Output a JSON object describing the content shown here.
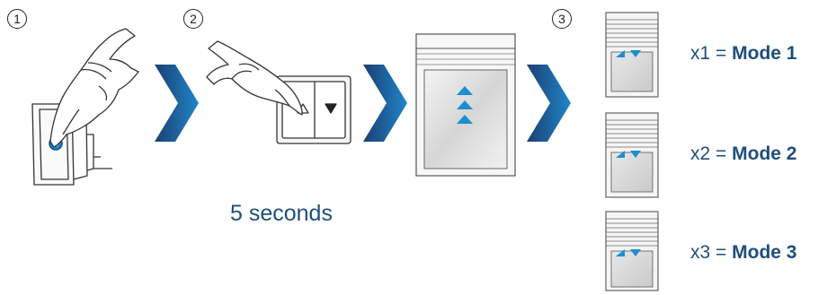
{
  "steps": [
    "1",
    "2",
    "3"
  ],
  "caption": "5 seconds",
  "modes": [
    {
      "count": "x1",
      "eq": "=",
      "name": "Mode 1"
    },
    {
      "count": "x2",
      "eq": "=",
      "name": "Mode 2"
    },
    {
      "count": "x3",
      "eq": "=",
      "name": "Mode 3"
    }
  ],
  "colors": {
    "arrow_dark": "#1b3f73",
    "arrow_light": "#1f86c8",
    "text_blue": "#1f4e7a",
    "triangle_blue": "#1a8fd1"
  },
  "icons": [
    "hand-pressing-button-icon",
    "hand-pressing-switch-icon",
    "blind-up-icon",
    "blind-mode-icon",
    "chevron-arrow-icon"
  ]
}
